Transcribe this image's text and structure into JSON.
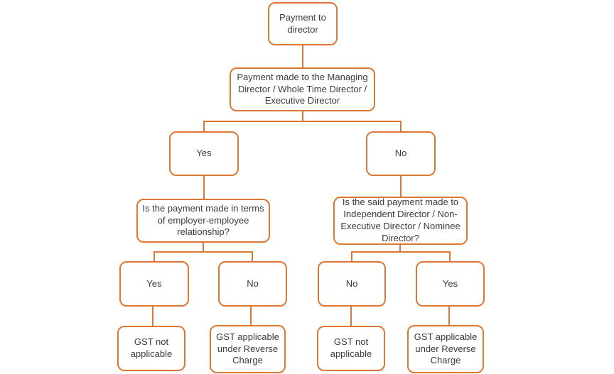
{
  "diagram": {
    "type": "flowchart",
    "topic": "GST applicability on payment to director",
    "colors": {
      "box_border": "#dd7733",
      "connector": "#dd7733",
      "text": "#3b3b3b",
      "background": "#ffffff"
    },
    "nodes": {
      "root": {
        "label": "Payment to director"
      },
      "q_managing": {
        "label": "Payment made to the Managing Director / Whole Time Director / Executive Director"
      },
      "yes_l2": {
        "label": "Yes"
      },
      "no_r2": {
        "label": "No"
      },
      "q_employer": {
        "label": "Is the payment made in terms of employer-employee relationship?"
      },
      "q_independent": {
        "label": "Is the said payment made to Independent Director / Non-Executive Director / Nominee Director?"
      },
      "yes_l3": {
        "label": "Yes"
      },
      "no_l3": {
        "label": "No"
      },
      "no_r3": {
        "label": "No"
      },
      "yes_r3": {
        "label": "Yes"
      },
      "gst_not_l": {
        "label": "GST not applicable"
      },
      "gst_rc_l": {
        "label": "GST applicable under Reverse Charge"
      },
      "gst_not_r": {
        "label": "GST not applicable"
      },
      "gst_rc_r": {
        "label": "GST applicable under Reverse Charge"
      }
    },
    "edges": [
      {
        "from": "root",
        "to": "q_managing"
      },
      {
        "from": "q_managing",
        "to": "yes_l2"
      },
      {
        "from": "q_managing",
        "to": "no_r2"
      },
      {
        "from": "yes_l2",
        "to": "q_employer"
      },
      {
        "from": "no_r2",
        "to": "q_independent"
      },
      {
        "from": "q_employer",
        "to": "yes_l3"
      },
      {
        "from": "q_employer",
        "to": "no_l3"
      },
      {
        "from": "q_independent",
        "to": "no_r3"
      },
      {
        "from": "q_independent",
        "to": "yes_r3"
      },
      {
        "from": "yes_l3",
        "to": "gst_not_l"
      },
      {
        "from": "no_l3",
        "to": "gst_rc_l"
      },
      {
        "from": "no_r3",
        "to": "gst_not_r"
      },
      {
        "from": "yes_r3",
        "to": "gst_rc_r"
      }
    ]
  }
}
